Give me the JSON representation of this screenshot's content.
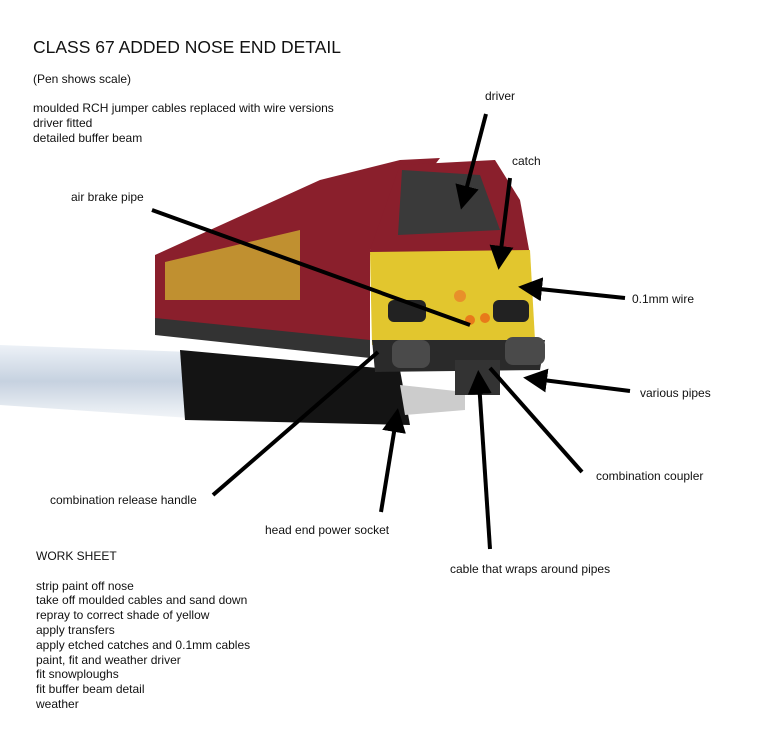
{
  "title": "CLASS 67 ADDED NOSE END DETAIL",
  "subtitle": "(Pen shows scale)",
  "notes": [
    "moulded RCH jumper cables replaced with wire versions",
    "driver fitted",
    "detailed buffer beam"
  ],
  "labels": {
    "driver": "driver",
    "catch": "catch",
    "air_brake_pipe": "air brake pipe",
    "wire": "0.1mm wire",
    "various_pipes": "various pipes",
    "combination_coupler": "combination coupler",
    "combination_release_handle": "combination release handle",
    "head_end_power_socket": "head end power socket",
    "cable_wraps": "cable that wraps around pipes"
  },
  "worksheet": {
    "heading": "WORK SHEET",
    "steps": [
      "strip paint off nose",
      "take off moulded cables and sand down",
      "repray to correct shade of yellow",
      "apply transfers",
      "apply etched catches and 0.1mm cables",
      "paint, fit and weather driver",
      "fit snowploughs",
      "fit buffer beam detail",
      "weather"
    ]
  },
  "colors": {
    "maroon": "#8a1f2c",
    "yellow": "#e2c62e",
    "black": "#111111"
  }
}
